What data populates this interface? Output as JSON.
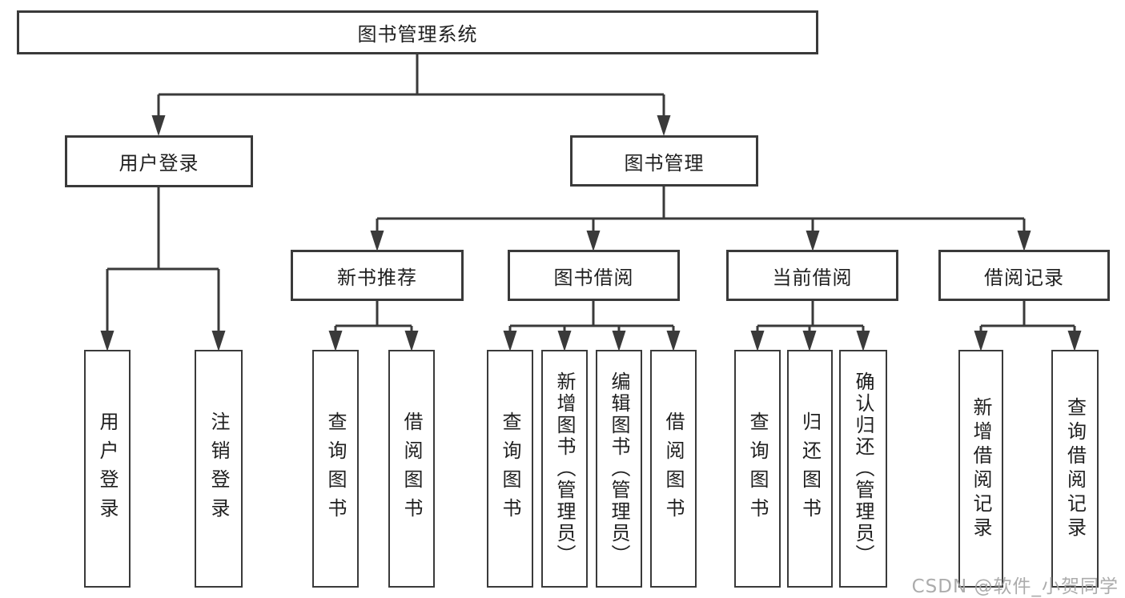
{
  "colors": {
    "line": "#3a3a3a",
    "box_border": "#3a3a3a",
    "text": "#1f1f1f",
    "background": "#ffffff",
    "watermark": "#a5a5a5"
  },
  "tree": {
    "root": "图书管理系统",
    "level2": [
      {
        "label": "用户登录",
        "children": [
          "用户登录",
          "注销登录"
        ]
      },
      {
        "label": "图书管理",
        "sections": [
          {
            "label": "新书推荐",
            "children": [
              "查询图书",
              "借阅图书"
            ]
          },
          {
            "label": "图书借阅",
            "children": [
              "查询图书",
              "新增图书（管理员）",
              "编辑图书（管理员）",
              "借阅图书"
            ]
          },
          {
            "label": "当前借阅",
            "children": [
              "查询图书",
              "归还图书",
              "确认归还（管理员）"
            ]
          },
          {
            "label": "借阅记录",
            "children": [
              "新增借阅记录",
              "查询借阅记录"
            ]
          }
        ]
      }
    ]
  },
  "watermark": "CSDN @软件_小贺同学"
}
